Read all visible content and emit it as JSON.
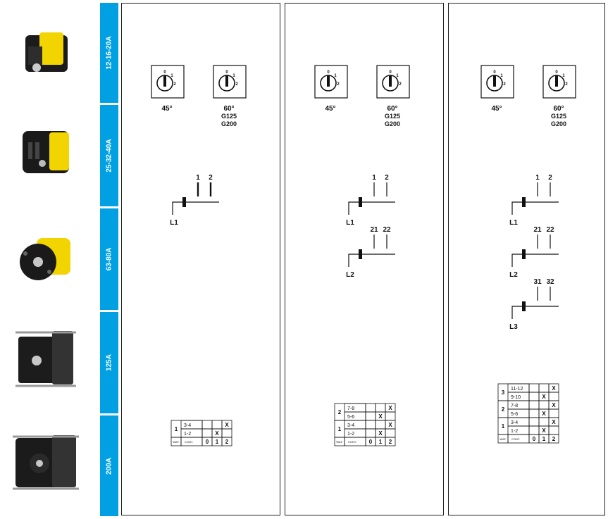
{
  "ratings": [
    "12-16-20A",
    "25-32-40A",
    "63-80A",
    "125A",
    "200A"
  ],
  "dials": {
    "angle_45": "45°",
    "angle_60": "60°",
    "variant_1": "G125",
    "variant_2": "G200",
    "pos_0": "0",
    "pos_1": "1",
    "pos_2": "2"
  },
  "panels": [
    {
      "poles": [
        {
          "line": "L1",
          "c1": "1",
          "c2": "2"
        }
      ]
    },
    {
      "poles": [
        {
          "line": "L1",
          "c1": "1",
          "c2": "2"
        },
        {
          "line": "L2",
          "c1": "21",
          "c2": "22"
        }
      ]
    },
    {
      "poles": [
        {
          "line": "L1",
          "c1": "1",
          "c2": "2"
        },
        {
          "line": "L2",
          "c1": "21",
          "c2": "22"
        },
        {
          "line": "L3",
          "c1": "31",
          "c2": "32"
        }
      ]
    }
  ],
  "table": {
    "wafer_header": "WAF.",
    "contact_header": "CONT.",
    "positions": [
      "0",
      "1",
      "2"
    ],
    "mark": "X",
    "panel1": [
      {
        "wafer": "1",
        "rows": [
          {
            "c": "3-4",
            "m": [
              false,
              false,
              true
            ]
          },
          {
            "c": "1-2",
            "m": [
              false,
              true,
              false
            ]
          }
        ]
      }
    ],
    "panel2": [
      {
        "wafer": "2",
        "rows": [
          {
            "c": "7-8",
            "m": [
              false,
              false,
              true
            ]
          },
          {
            "c": "5-6",
            "m": [
              false,
              true,
              false
            ]
          }
        ]
      },
      {
        "wafer": "1",
        "rows": [
          {
            "c": "3-4",
            "m": [
              false,
              false,
              true
            ]
          },
          {
            "c": "1-2",
            "m": [
              false,
              true,
              false
            ]
          }
        ]
      }
    ],
    "panel3": [
      {
        "wafer": "3",
        "rows": [
          {
            "c": "11-12",
            "m": [
              false,
              false,
              true
            ]
          },
          {
            "c": "9-10",
            "m": [
              false,
              true,
              false
            ]
          }
        ]
      },
      {
        "wafer": "2",
        "rows": [
          {
            "c": "7-8",
            "m": [
              false,
              false,
              true
            ]
          },
          {
            "c": "5-6",
            "m": [
              false,
              true,
              false
            ]
          }
        ]
      },
      {
        "wafer": "1",
        "rows": [
          {
            "c": "3-4",
            "m": [
              false,
              false,
              true
            ]
          },
          {
            "c": "1-2",
            "m": [
              false,
              true,
              false
            ]
          }
        ]
      }
    ]
  }
}
